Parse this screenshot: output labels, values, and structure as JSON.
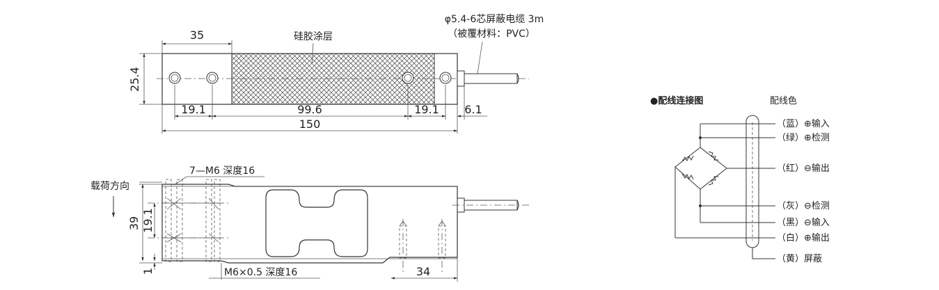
{
  "top_view": {
    "cable_label": "φ5.4-6芯屏蔽电缆 3m",
    "cable_sub": "（被覆材料：PVC）",
    "coating_label": "硅胶涂层",
    "dim_35": "35",
    "dim_25_4": "25.4",
    "dim_19_1_left": "19.1",
    "dim_99_6": "99.6",
    "dim_19_1_right": "19.1",
    "dim_6_1": "6.1",
    "dim_150": "150"
  },
  "side_view": {
    "thread_top": "7—M6 深度16",
    "load_direction": "载荷方向",
    "dim_39": "39",
    "dim_19_1": "19.1",
    "dim_1": "1",
    "thread_bottom": "M6×0.5 深度16",
    "dim_34": "34"
  },
  "wiring": {
    "title": "●配线连接图",
    "color_header": "配线色",
    "wires": [
      {
        "color": "（蓝）",
        "sign": "⊕",
        "label": "输入"
      },
      {
        "color": "（绿）",
        "sign": "⊕",
        "label": "检测"
      },
      {
        "color": "（红）",
        "sign": "⊖",
        "label": "输出"
      },
      {
        "color": "（灰）",
        "sign": "⊖",
        "label": "检测"
      },
      {
        "color": "（黑）",
        "sign": "⊖",
        "label": "输入"
      },
      {
        "color": "（白）",
        "sign": "⊕",
        "label": "输出"
      },
      {
        "color": "（黄）",
        "sign": "",
        "label": "屏蔽"
      }
    ]
  }
}
